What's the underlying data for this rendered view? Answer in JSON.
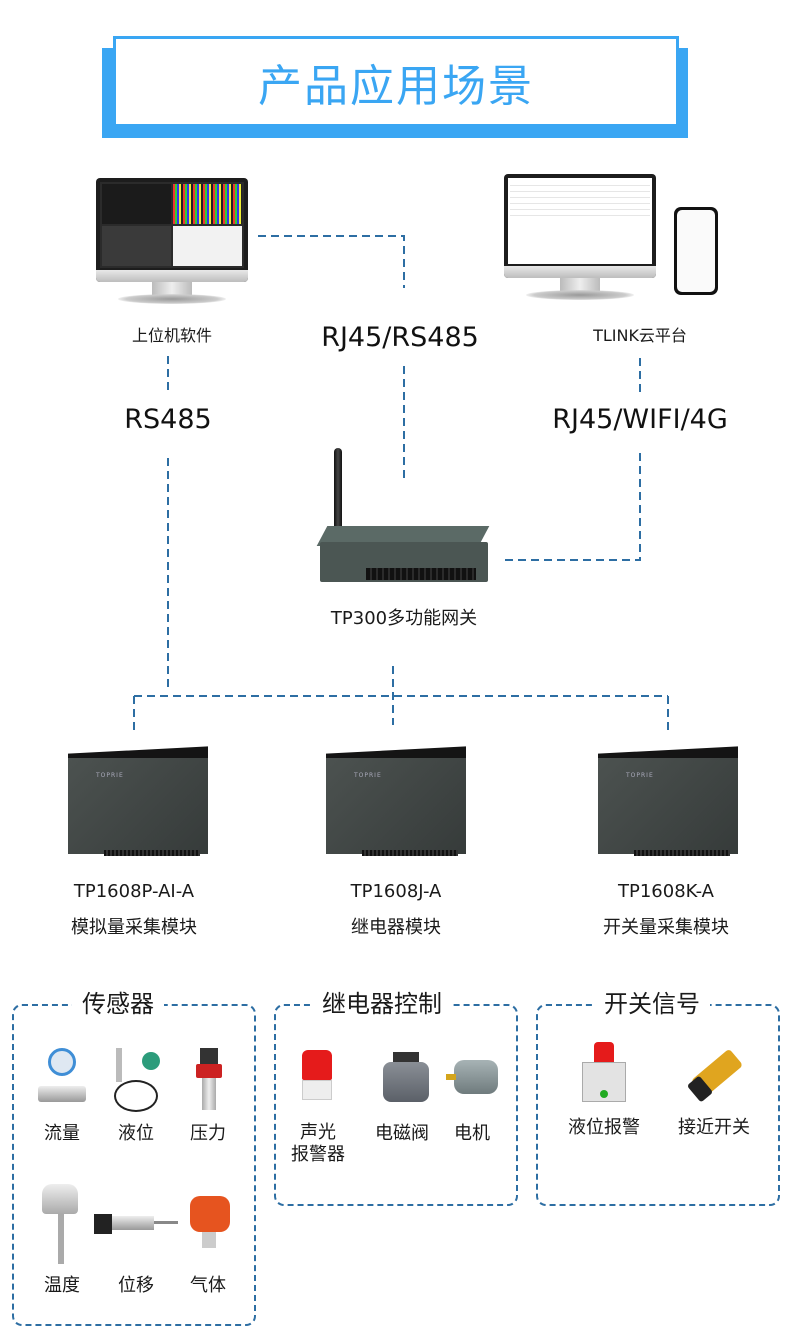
{
  "title": "产品应用场景",
  "top": {
    "left_node": {
      "label": "上位机软件",
      "icon": "desktop-monitor-icon"
    },
    "right_node": {
      "label": "TLINK云平台",
      "icon": "cloud-platform-monitor-icon"
    },
    "center_protocol": "RJ45/RS485",
    "left_protocol": "RS485",
    "right_protocol": "RJ45/WIFI/4G"
  },
  "gateway": {
    "label": "TP300多功能网关",
    "icon": "gateway-router-icon"
  },
  "modules": [
    {
      "model": "TP1608P-AI-A",
      "name": "模拟量采集模块",
      "logo": "TOPRIE"
    },
    {
      "model": "TP1608J-A",
      "name": "继电器模块",
      "logo": "TOPRIE"
    },
    {
      "model": "TP1608K-A",
      "name": "开关量采集模块",
      "logo": "TOPRIE"
    }
  ],
  "groups": [
    {
      "title": "传感器",
      "items": [
        {
          "label": "流量",
          "icon": "flow-meter-icon"
        },
        {
          "label": "液位",
          "icon": "level-sensor-icon"
        },
        {
          "label": "压力",
          "icon": "pressure-sensor-icon"
        },
        {
          "label": "温度",
          "icon": "temperature-sensor-icon"
        },
        {
          "label": "位移",
          "icon": "displacement-sensor-icon"
        },
        {
          "label": "气体",
          "icon": "gas-detector-icon"
        }
      ]
    },
    {
      "title": "继电器控制",
      "items": [
        {
          "label_line1": "声光",
          "label_line2": "报警器",
          "icon": "alarm-light-icon"
        },
        {
          "label": "电磁阀",
          "icon": "solenoid-valve-icon"
        },
        {
          "label": "电机",
          "icon": "motor-icon"
        }
      ]
    },
    {
      "title": "开关信号",
      "items": [
        {
          "label": "液位报警",
          "icon": "level-alarm-box-icon"
        },
        {
          "label": "接近开关",
          "icon": "proximity-switch-icon"
        }
      ]
    }
  ],
  "colors": {
    "accent": "#3aa6f3",
    "dash": "#2d6ea3",
    "text": "#1a1a1a"
  }
}
